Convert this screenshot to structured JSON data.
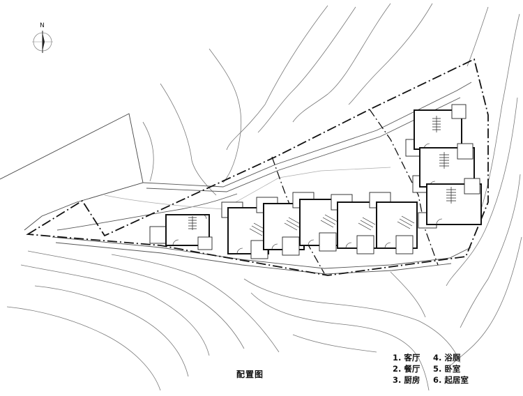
{
  "figure": {
    "caption": "配置图",
    "north_label": "N"
  },
  "legend": {
    "items": [
      {
        "label": "1. 客厅"
      },
      {
        "label": "2. 餐厅"
      },
      {
        "label": "3. 厨房"
      },
      {
        "label": "4. 浴厕"
      },
      {
        "label": "5. 卧室"
      },
      {
        "label": "6. 起居室"
      }
    ]
  },
  "colors": {
    "ink": "#111111",
    "contour": "#777777",
    "background": "#ffffff"
  }
}
